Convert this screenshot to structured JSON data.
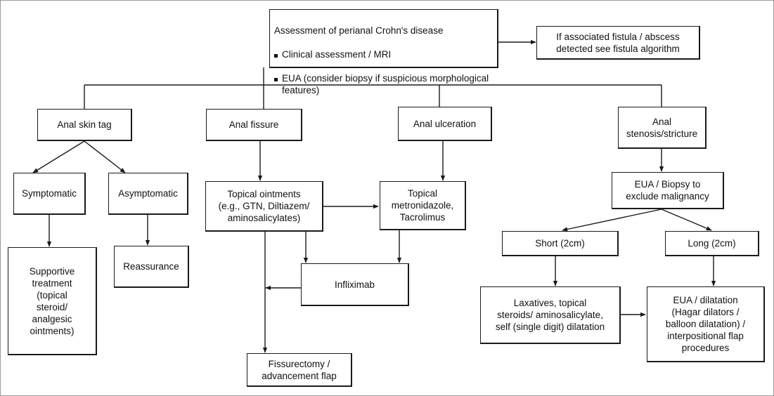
{
  "root": {
    "title": "Assessment of perianal Crohn's disease",
    "bullets": [
      "Clinical assessment / MRI",
      "EUA (consider biopsy if suspicious morphological features)"
    ]
  },
  "nodes": {
    "fistula": "If associated fistula / abscess\ndetected see fistula algorithm",
    "skin_tag": "Anal skin tag",
    "fissure": "Anal fissure",
    "ulceration": "Anal ulceration",
    "stenosis": "Anal\nstenosis/stricture",
    "symptomatic": "Symptomatic",
    "asymptomatic": "Asymptomatic",
    "topical_ointments": "Topical ointments\n(e.g., GTN, Diltiazem/\naminosalicylates)",
    "topical_metro": "Topical\nmetronidazole,\nTacrolimus",
    "eua_biopsy": "EUA / Biopsy to\nexclude malignancy",
    "supportive": "Supportive\ntreatment\n(topical\nsteroid/\nanalgesic\nointments)",
    "reassurance": "Reassurance",
    "infliximab": "Infliximab",
    "short": "Short (2cm)",
    "long": "Long (2cm)",
    "fissurectomy": "Fissurectomy /\nadvancement flap",
    "laxatives": "Laxatives, topical\nsteroids/ aminosalicylate,\nself (single digit) dilatation",
    "eua_dilatation": "EUA / dilatation\n(Hagar dilators /\nballoon dilatation) /\ninterpositional flap\nprocedures"
  }
}
